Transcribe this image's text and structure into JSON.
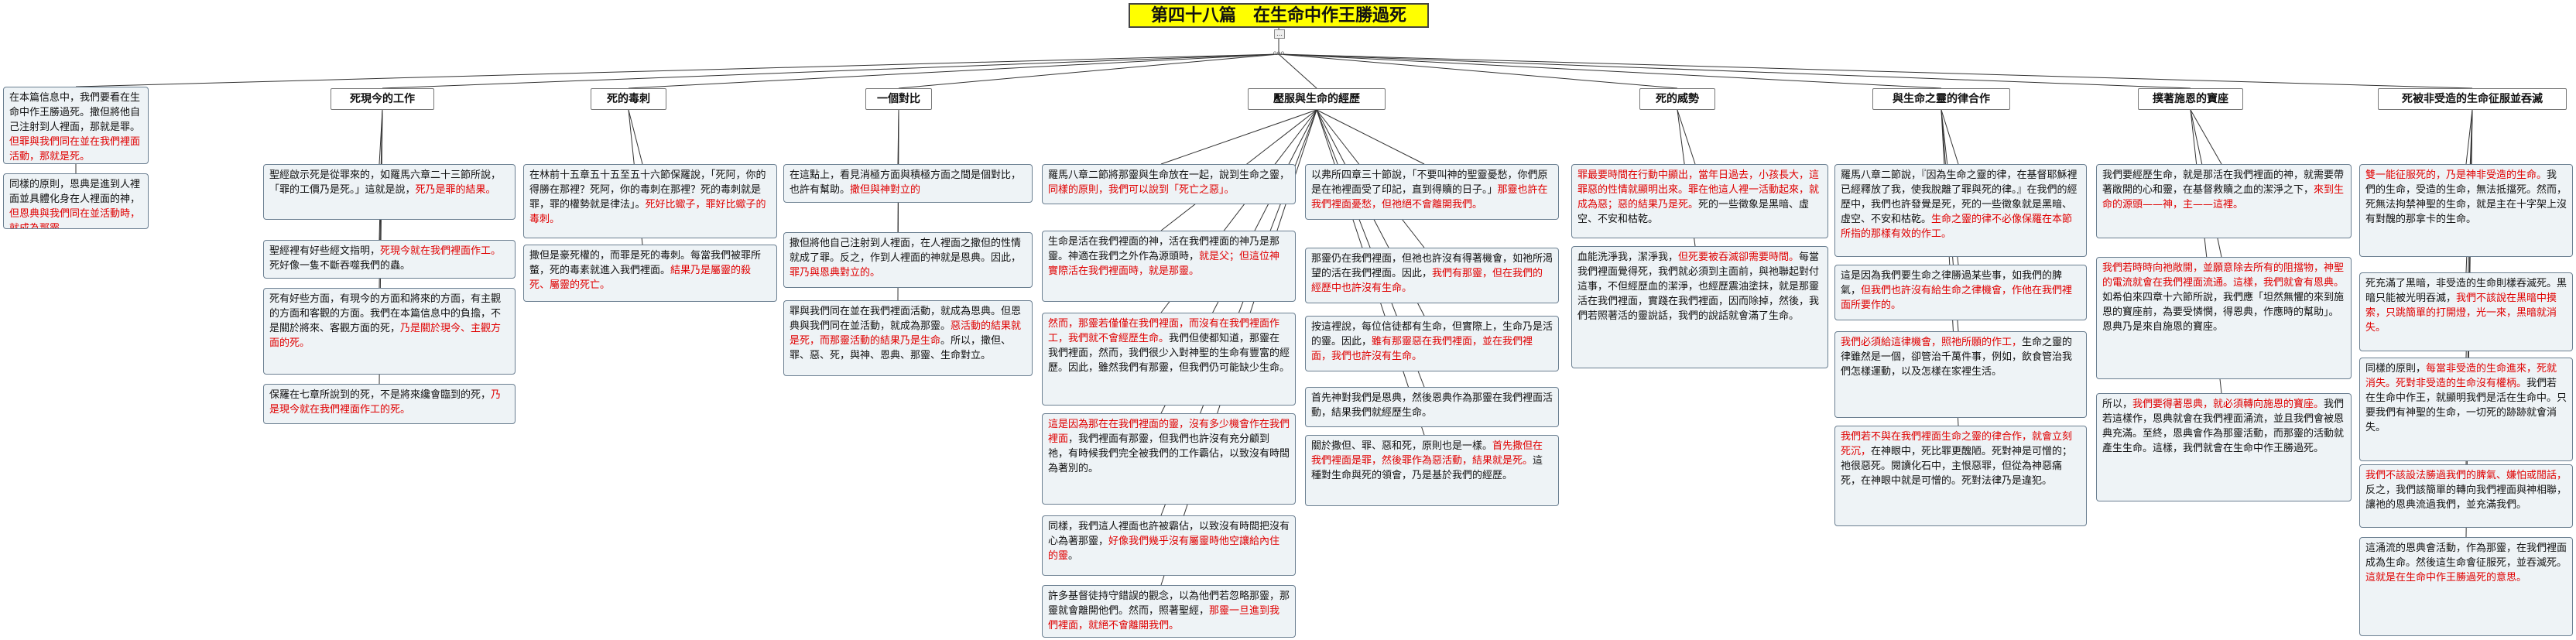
{
  "root": {
    "title": "第四十八篇　在生命中作王勝過死",
    "badge": "…",
    "hub": "ooo"
  },
  "topics": [
    {
      "label": "死現今的工作"
    },
    {
      "label": "死的毒刺"
    },
    {
      "label": "一個對比"
    },
    {
      "label": "壓服與生命的經歷"
    },
    {
      "label": "死的威勢"
    },
    {
      "label": "與生命之靈的律合作"
    },
    {
      "label": "撲著施恩的寶座"
    },
    {
      "label": "死被非受造的生命征服並吞滅"
    }
  ],
  "nodes": {
    "n0a": [
      {
        "t": "在本篇信息中，我們要看在生命中作王勝過死。撒但將他自己注射到人裡面，那就是罪。"
      },
      {
        "t": "但罪與我們同在並在我們裡面活動，那就是死。",
        "r": true
      }
    ],
    "n0b": [
      {
        "t": "同樣的原則，恩典是進到人裡面並具體化身在人裡面的神，"
      },
      {
        "t": "但恩典與我們同在並活動時，就成為那靈。",
        "r": true
      }
    ],
    "n1a": [
      {
        "t": "聖經啟示死是從罪來的，如羅馬六章二十三節所說，「罪的工價乃是死。」這就是說，"
      },
      {
        "t": "死乃是罪的結果。",
        "r": true
      }
    ],
    "n1b": [
      {
        "t": "聖經裡有好些經文指明，"
      },
      {
        "t": "死現今就在我們裡面作工。",
        "r": true
      },
      {
        "t": "死好像一隻不斷吞噬我們的蟲。"
      }
    ],
    "n1c": [
      {
        "t": "死有好些方面，有現今的方面和將來的方面，有主觀的方面和客觀的方面。我們在本篇信息中的負擔，不是關於將來、客觀方面的死，"
      },
      {
        "t": "乃是關於現今、主觀方面的死。",
        "r": true
      }
    ],
    "n1d": [
      {
        "t": "保羅在七章所說到的死，不是將來纔會臨到的死，"
      },
      {
        "t": "乃是現今就在我們裡面作工的死。",
        "r": true
      }
    ],
    "n2a": [
      {
        "t": "在林前十五章五十五至五十六節保羅說，「死阿，你的得勝在那裡？死阿，你的毒刺在那裡？死的毒刺就是罪，罪的權勢就是律法」。"
      },
      {
        "t": "死好比蠍子，罪好比蠍子的毒刺。",
        "r": true
      }
    ],
    "n2b": [
      {
        "t": "撒但是豪死權的，而罪是死的毒刺。每當我們被罪所螫，死的毒素就進入我們裡面。"
      },
      {
        "t": "結果乃是屬靈的殺死、屬靈的死亡。",
        "r": true
      }
    ],
    "n3a": [
      {
        "t": "在這點上，看見消極方面與積極方面之間是個對比，也許有幫助。"
      },
      {
        "t": "撒但與神對立的",
        "r": true
      }
    ],
    "n3b": [
      {
        "t": "撒但將他自己注射到人裡面，在人裡面之撒但的性情就成了罪。反之，作到人裡面的神就是恩典。因此，"
      },
      {
        "t": "罪乃與恩典對立的。",
        "r": true
      }
    ],
    "n3c": [
      {
        "t": "罪與我們同在並在我們裡面活動，就成為恩典。但恩典與我們同在並活動，就成為那靈。"
      },
      {
        "t": "惡活動的結果就是死，而那靈活動的結果乃是生命",
        "r": true
      },
      {
        "t": "。所以，撒但、罪、惡、死，與神、恩典、那靈、生命對立。"
      }
    ],
    "n4a": [
      {
        "t": "羅馬八章二節將那靈與生命放在一起，說到生命之靈，"
      },
      {
        "t": "同樣的原則，我們可以說到「死亡之惡」。",
        "r": true
      }
    ],
    "n4b": [
      {
        "t": "生命是活在我們裡面的神，活在我們裡面的神乃是那靈。神適在我們之外作為源頭時，"
      },
      {
        "t": "就是父；但這位神實際活在我們裡面時，就是那靈。",
        "r": true
      }
    ],
    "n4c": [
      {
        "t": "然而，那靈若僅僅在我們裡面，而沒有在我們裡面作工，我們就不會經歷生命。",
        "r": true
      },
      {
        "t": "我們但使都知道，那靈在我們裡面，然而，我們很少入對神聖的生命有豐富的經歷。因此，雖然我們有那靈，但我們仍可能缺少生命。"
      }
    ],
    "n4d": [
      {
        "t": "這是因為那在在我們裡面的靈，沒有多少機會作在我們裡面",
        "r": true
      },
      {
        "t": "，我們裡面有那靈，但我們也許沒有充分顧到祂，有時候我們完全被我們的工作霸佔，以致沒有時間為著別的。"
      }
    ],
    "n4e": [
      {
        "t": "同樣，我們這人裡面也許被霸佔，以致沒有時間把沒有心為著那靈，"
      },
      {
        "t": "好像我們幾乎沒有屬靈時他空讓給內住的靈",
        "r": true
      },
      {
        "t": "。"
      }
    ],
    "n4f": [
      {
        "t": "許多基督徒持守錯誤的觀念，以為他們若忽略那靈，那靈就會離開他們。然而，照著聖經，"
      },
      {
        "t": "那靈一旦進到我們裡面，就絕不會離開我們。",
        "r": true
      }
    ],
    "n5a": [
      {
        "t": "以弗所四章三十節說，「不要叫神的聖靈憂愁，你們原是在祂裡面受了印記，直到得贖的日子。」"
      },
      {
        "t": "那靈也許在我們裡面憂愁，但祂絕不會離開我們。",
        "r": true
      }
    ],
    "n5b": [
      {
        "t": "那靈仍在我們裡面，但祂也許沒有得著機會，如祂所渴望的活在我們裡面。因此，"
      },
      {
        "t": "我們有那靈，但在我們的經歷中也許沒有生命。",
        "r": true
      }
    ],
    "n5c": [
      {
        "t": "按這裡說，每位信徒都有生命，但實際上，生命乃是活的靈。因此，"
      },
      {
        "t": "雖有那靈惡在我們裡面，並在我們裡面，我們也許沒有生命。",
        "r": true
      }
    ],
    "n5d": [
      {
        "t": "首先神對我們是恩典，然後恩典作為那靈在我們裡面活動，結果我們就經歷生命。"
      }
    ],
    "n5e": [
      {
        "t": "關於撒但、罪、惡和死，原則也是一樣。"
      },
      {
        "t": "首先撒但在我們裡面是罪，然後罪作為惡活動，結果就是死。",
        "r": true
      },
      {
        "t": "這種對生命與死的領會，乃是基於我們的經歷。"
      }
    ],
    "n6a": [
      {
        "t": "罪最要時間在行動中顯出，當年日過去，小孩長大，這罪惡的性情就顯明出來。罪在他這人裡一活動起來，就成為惡；惡的結果乃是死。",
        "r": true
      },
      {
        "t": "死的一些徵象是黑暗、虛空、不安和枯乾。"
      }
    ],
    "n6b": [
      {
        "t": "血能洗淨我，潔淨我，"
      },
      {
        "t": "但死要被吞滅卻需要時間。",
        "r": true
      },
      {
        "t": "每當我們裡面覺得死，我們就必須到主面前，與祂聯起對付這事，不但經歷血的潔淨，也經歷震油塗抹，就是那靈活在我們裡面，實踐在我們裡面，因而除掉，然後，我們若照著活的靈說話，我們的說話就會滿了生命。"
      }
    ],
    "n7a": [
      {
        "t": "羅馬八章二節說，『因為生命之靈的律，在基督耶穌裡已經釋放了我，使我脫離了罪與死的律。』在我們的經歷中，我們也許發覺是死，死的一些徵象就是黑暗、虛空、不安和枯乾。"
      },
      {
        "t": "生命之靈的律不必像保羅在本節所指的那樣有效的作工。",
        "r": true
      }
    ],
    "n7b": [
      {
        "t": "這是因為我們要生命之律勝過某些事，如我們的脾氣，"
      },
      {
        "t": "但我們也許沒有給生命之律機會，作他在我們裡面所要作的。",
        "r": true
      }
    ],
    "n7c": [
      {
        "t": "我們必須給這律機會，照祂所願的作工，",
        "r": true
      },
      {
        "t": "生命之靈的律雖然是一個，卻管治千萬件事，例如，飲食管治我們怎樣運動，以及怎樣在家裡生活。"
      }
    ],
    "n7d": [
      {
        "t": "我們若不與在我們裡面生命之靈的律合作，就會立刻死沉，",
        "r": true
      },
      {
        "t": "在神眼中，死比罪更醜陋。死對神是可憎的；祂很惡死。閱讀化石中，主恨惡罪，但從為神惡痛死，在神眼中就是可憎的。死對法律乃是違犯。"
      }
    ],
    "n8a": [
      {
        "t": "我們要經歷生命，就是那活在我們裡面的神，就需要帶著敞開的心和靈，在基督救贖之血的潔淨之下，"
      },
      {
        "t": "來到生命的源頭——神，主——這裡。",
        "r": true
      }
    ],
    "n8b": [
      {
        "t": "我們若時時向祂敞開，並願意除去所有的阻擋物，神聖的電流就會在我們裡面流通。這樣，我們就會有恩典。",
        "r": true
      },
      {
        "t": "如希伯來四章十六節所說，我們應「坦然無懼的來到施恩的寶座前，為要受憐憫，得恩典，作應時的幫助」。恩典乃是來自施恩的寶座。"
      }
    ],
    "n8c": [
      {
        "t": "所以，"
      },
      {
        "t": "我們要得著恩典，就必須轉向施恩的寶座。",
        "r": true
      },
      {
        "t": "我們若這樣作，恩典就會在我們裡面涌流，並且我們會被恩典充滿。至終，恩典會作為那靈活動，而那靈的活動就產生生命。這樣，我們就會在生命中作王勝過死。"
      }
    ],
    "n9a": [
      {
        "t": "雙一能征服死的，乃是神非受造的生命。",
        "r": true
      },
      {
        "t": "我們的生命，受造的生命，無法抵擋死。然而，死無法拘禁神聖的生命，就是主在十字架上沒有對醜的那拿卡的生命。"
      }
    ],
    "n9b": [
      {
        "t": "死充滿了黑暗，非受造的生命則樣吞滅死。黑暗只能被光明吞滅，"
      },
      {
        "t": "我們不該說在黑暗中摸索，只跳簡單的打開燈，光一來，黑暗就消失。",
        "r": true
      }
    ],
    "n9c": [
      {
        "t": "同樣的原則，"
      },
      {
        "t": "每當非受造的生命進來，死就消失。死對非受造的生命沒有權柄。",
        "r": true
      },
      {
        "t": "我們若在生命中作王，就顯明我們是活在生命中。只要我們有神聖的生命，一切死的跡跡就會消失。"
      }
    ],
    "n9d": [
      {
        "t": "我們不該設法勝過我們的脾氣、嫌怕或閒話，",
        "r": true
      },
      {
        "t": "反之，我們該簡單的轉向我們裡面與神相聯，讓祂的恩典流過我們，並充滿我們。"
      }
    ],
    "n9e": [
      {
        "t": "這涌流的恩典會活動，作為那靈，在我們裡面成為生命。然後這生命會征服死，並吞滅死。"
      },
      {
        "t": "這就是在生命中作王勝過死的意思。",
        "r": true
      }
    ]
  }
}
